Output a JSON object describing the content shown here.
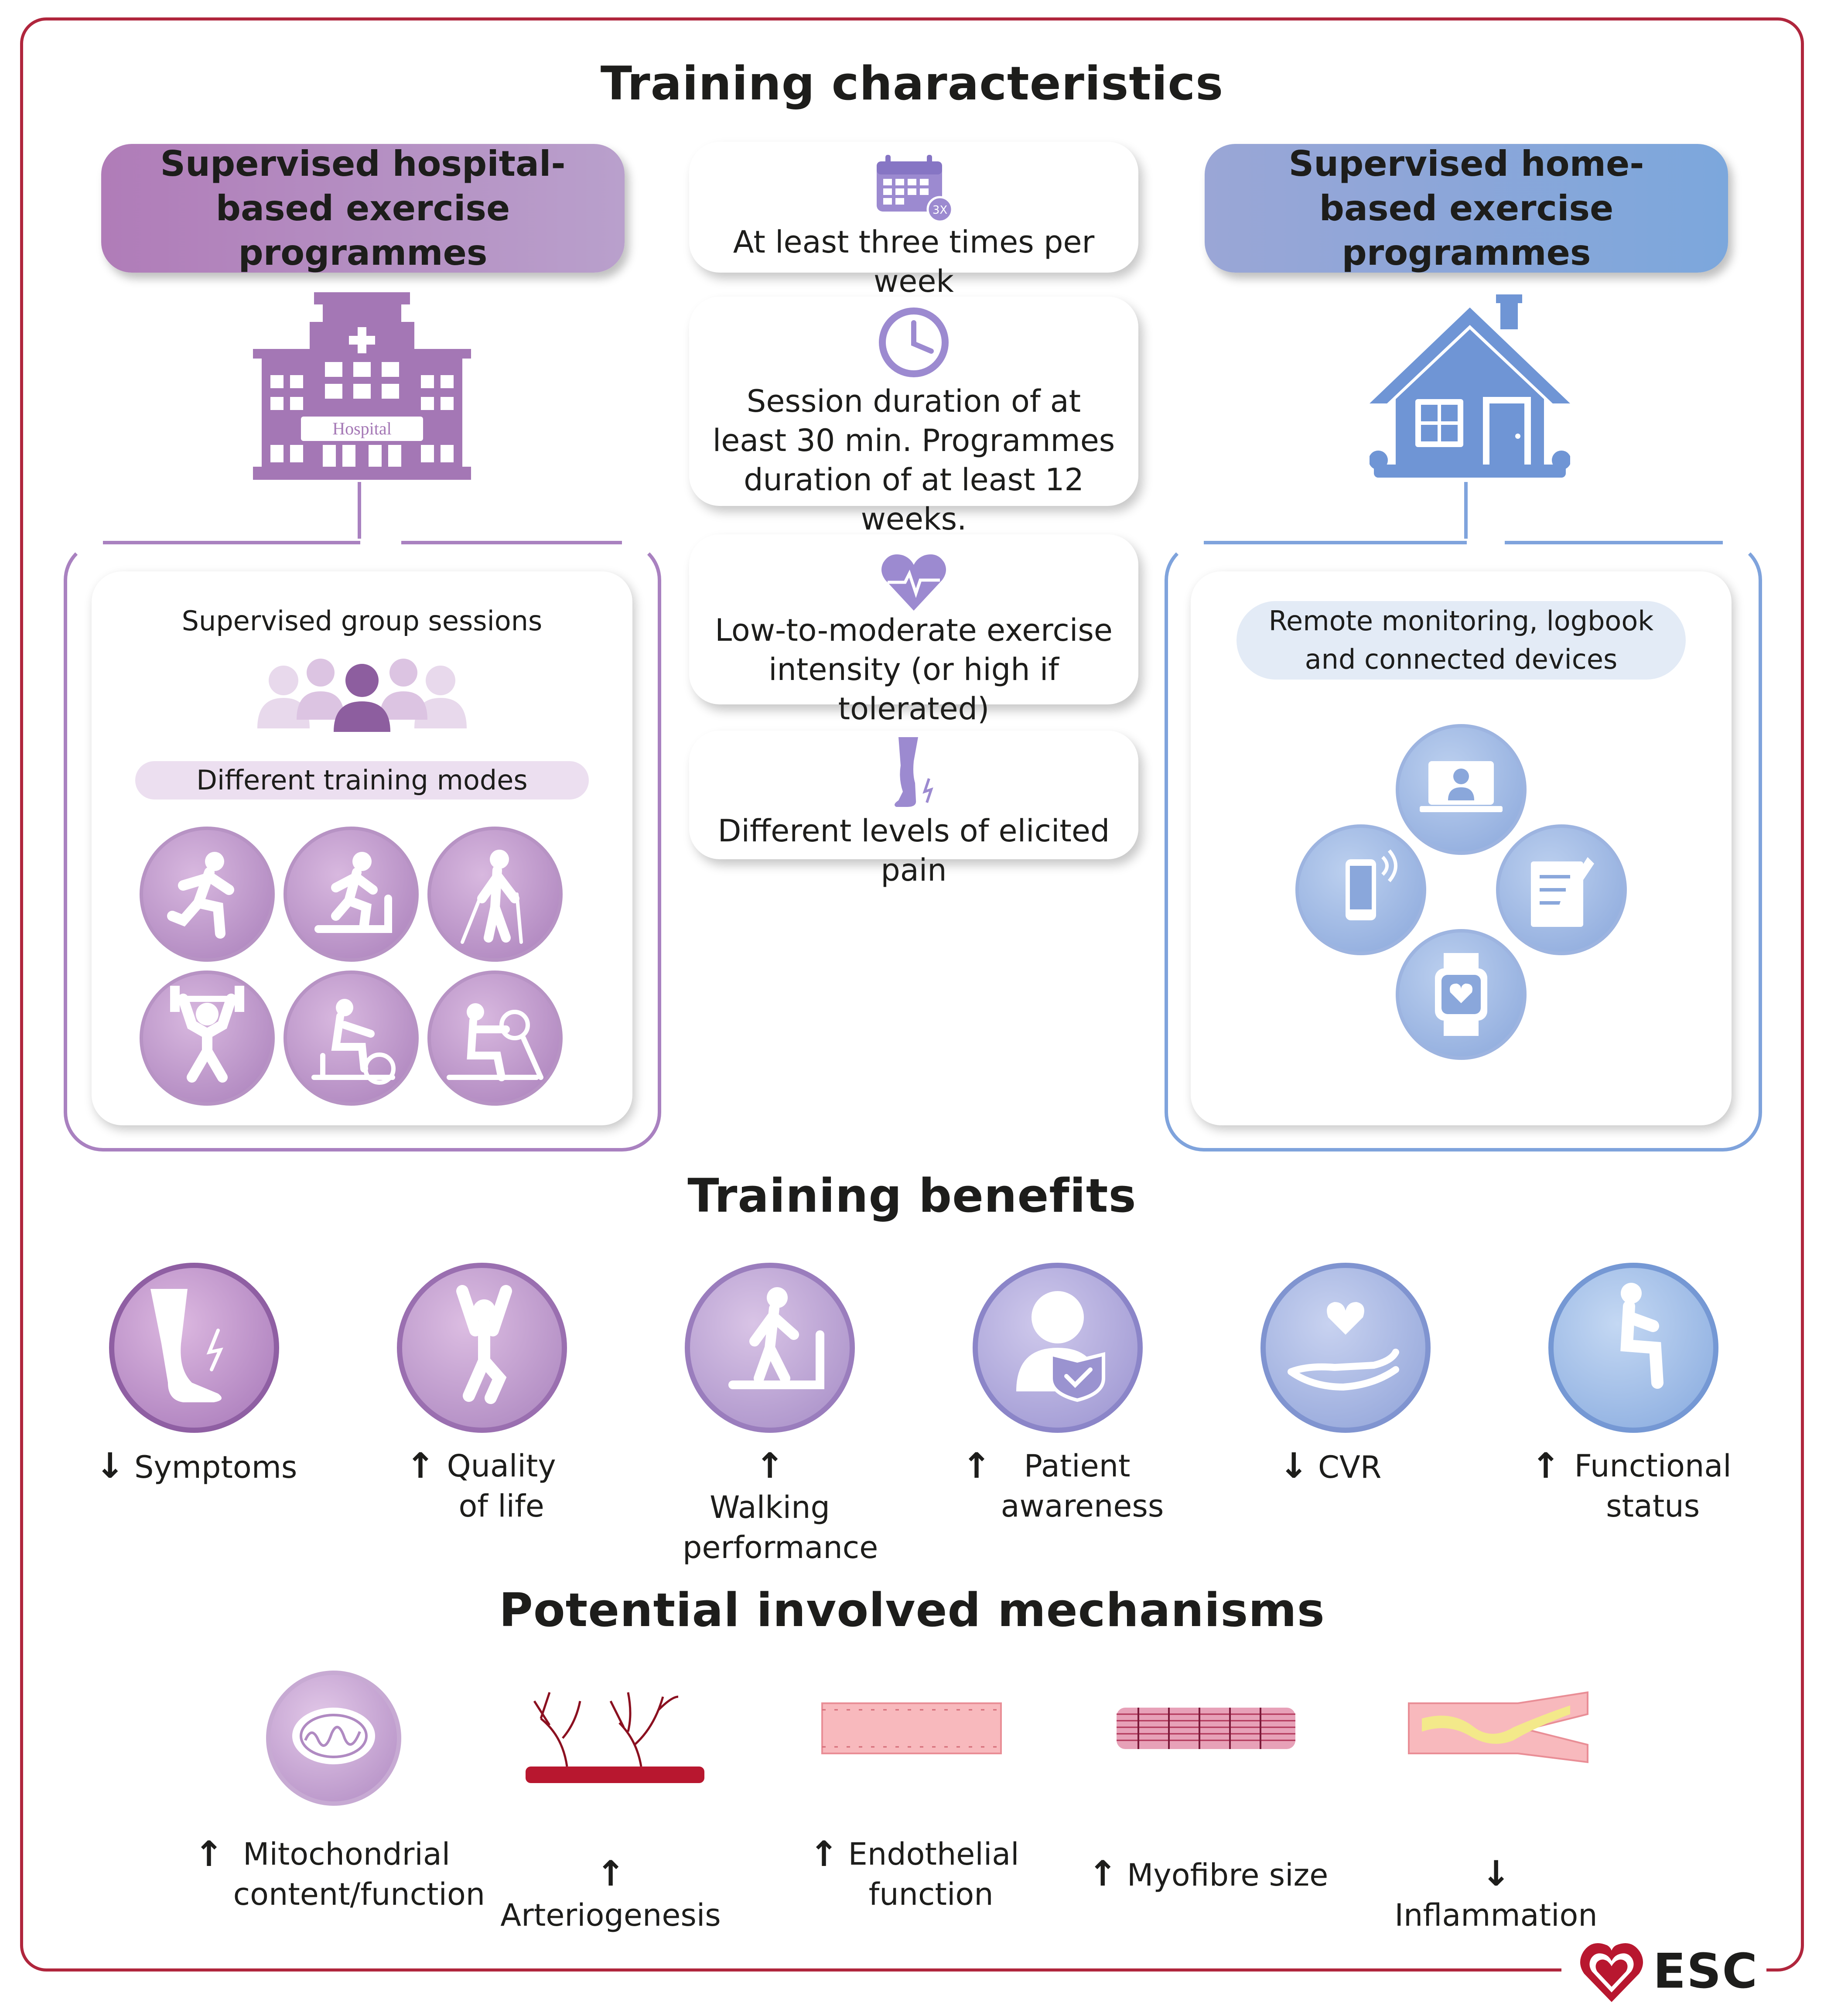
{
  "titles": {
    "characteristics": "Training characteristics",
    "benefits": "Training benefits",
    "mechanisms": "Potential involved mechanisms"
  },
  "programmes": {
    "hospital": "Supervised hospital-based exercise programmes",
    "home": "Supervised home-based exercise programmes"
  },
  "hospital_sign": "Hospital",
  "characteristics": [
    {
      "icon": "calendar-icon",
      "badge": "3X",
      "text": "At least three times per week"
    },
    {
      "icon": "clock-icon",
      "text": "Session duration of at least 30 min. Programmes duration of at least 12 weeks."
    },
    {
      "icon": "heart-pulse-icon",
      "text": "Low-to-moderate exercise intensity (or high if tolerated)"
    },
    {
      "icon": "leg-pain-icon",
      "text": "Different levels of elicited pain"
    }
  ],
  "hospital_panel": {
    "group_sessions": "Supervised group sessions",
    "training_modes": "Different training modes",
    "modes": [
      "running-icon",
      "treadmill-icon",
      "nordic-walking-icon",
      "weightlifting-icon",
      "cycle-ergometer-icon",
      "arm-ergometer-icon"
    ]
  },
  "home_panel": {
    "remote": "Remote monitoring, logbook and connected devices",
    "devices": [
      "telemedicine-laptop-icon",
      "smartphone-icon",
      "logbook-icon",
      "smartwatch-icon"
    ]
  },
  "benefits": [
    {
      "direction": "down",
      "label": "Symptoms",
      "icon": "leg-symptoms-icon"
    },
    {
      "direction": "up",
      "label": "Quality of life",
      "icon": "happy-person-icon"
    },
    {
      "direction": "up",
      "label": "Walking performance",
      "icon": "treadmill-walker-icon"
    },
    {
      "direction": "up",
      "label": "Patient awareness",
      "icon": "patient-shield-icon"
    },
    {
      "direction": "down",
      "label": "CVR",
      "icon": "hand-heart-icon"
    },
    {
      "direction": "up",
      "label": "Functional status",
      "icon": "squat-icon"
    }
  ],
  "mechanisms": [
    {
      "direction": "up",
      "label": "Mitochondrial content/function",
      "icon": "mitochondrion-icon"
    },
    {
      "direction": "up",
      "label": "Arteriogenesis",
      "icon": "arteries-icon"
    },
    {
      "direction": "up",
      "label": "Endothelial function",
      "icon": "endothelium-icon"
    },
    {
      "direction": "up",
      "label": "Myofibre size",
      "icon": "myofibre-icon"
    },
    {
      "direction": "down",
      "label": "Inflammation",
      "icon": "plaque-vessel-icon"
    }
  ],
  "logo": "ESC",
  "colors": {
    "frame": "#b0263d",
    "hospital": "#a981c0",
    "home": "#7fa3dc",
    "text": "#1d1d1b"
  }
}
